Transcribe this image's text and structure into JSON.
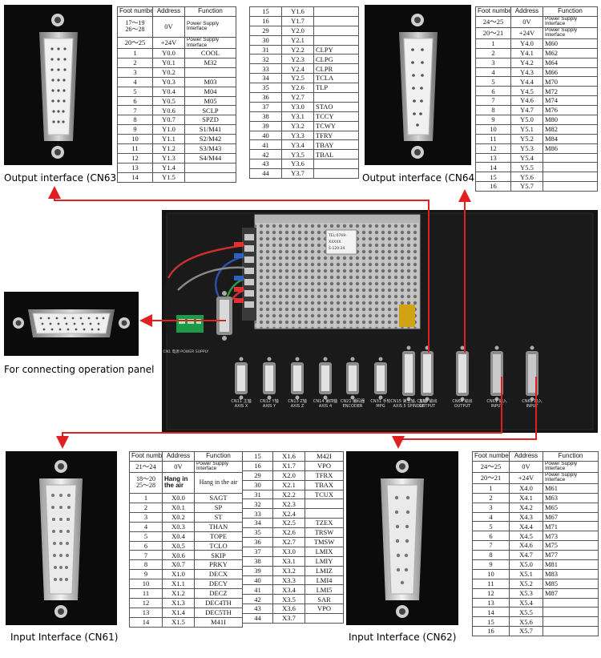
{
  "captions": {
    "cn63": "Output interface (CN63)",
    "cn64": "Output interface (CN64)",
    "panel": "For connecting operation panel",
    "cn61": "Input Interface (CN61)",
    "cn62": "Input Interface (CN62)"
  },
  "headers": {
    "foot": "Foot number",
    "address": "Address",
    "function": "Function"
  },
  "cn63_left": [
    [
      "17～19\n26～28",
      "0V",
      "Power Supply Interface"
    ],
    [
      "20～25",
      "+24V",
      "Power Supply Interface"
    ],
    [
      "1",
      "Y0.0",
      "COOL"
    ],
    [
      "2",
      "Y0.1",
      "M32"
    ],
    [
      "3",
      "Y0.2",
      ""
    ],
    [
      "4",
      "Y0.3",
      "M03"
    ],
    [
      "5",
      "Y0.4",
      "M04"
    ],
    [
      "6",
      "Y0.5",
      "M05"
    ],
    [
      "7",
      "Y0.6",
      "SCLP"
    ],
    [
      "8",
      "Y0.7",
      "SPZD"
    ],
    [
      "9",
      "Y1.0",
      "S1/M41"
    ],
    [
      "10",
      "Y1.1",
      "S2/M42"
    ],
    [
      "11",
      "Y1.2",
      "S3/M43"
    ],
    [
      "12",
      "Y1.3",
      "S4/M44"
    ],
    [
      "13",
      "Y1.4",
      ""
    ],
    [
      "14",
      "Y1.5",
      ""
    ]
  ],
  "cn63_right": [
    [
      "15",
      "Y1.6",
      ""
    ],
    [
      "16",
      "Y1.7",
      ""
    ],
    [
      "29",
      "Y2.0",
      ""
    ],
    [
      "30",
      "Y2.1",
      ""
    ],
    [
      "31",
      "Y2.2",
      "CLPY"
    ],
    [
      "32",
      "Y2.3",
      "CLPG"
    ],
    [
      "33",
      "Y2.4",
      "CLPR"
    ],
    [
      "34",
      "Y2.5",
      "TCLA"
    ],
    [
      "35",
      "Y2.6",
      "TLP"
    ],
    [
      "36",
      "Y2.7",
      ""
    ],
    [
      "37",
      "Y3.0",
      "STAO"
    ],
    [
      "38",
      "Y3.1",
      "TCCY"
    ],
    [
      "39",
      "Y3.2",
      "TCWY"
    ],
    [
      "40",
      "Y3.3",
      "TFRY"
    ],
    [
      "41",
      "Y3.4",
      "TBAY"
    ],
    [
      "42",
      "Y3.5",
      "TBAL"
    ],
    [
      "43",
      "Y3.6",
      ""
    ],
    [
      "44",
      "Y3.7",
      ""
    ]
  ],
  "cn64": [
    [
      "24～25",
      "0V",
      "Power Supply Interface"
    ],
    [
      "20～21",
      "+24V",
      "Power Supply Interface"
    ],
    [
      "1",
      "Y4.0",
      "M60"
    ],
    [
      "2",
      "Y4.1",
      "M62"
    ],
    [
      "3",
      "Y4.2",
      "M64"
    ],
    [
      "4",
      "Y4.3",
      "M66"
    ],
    [
      "5",
      "Y4.4",
      "M70"
    ],
    [
      "6",
      "Y4.5",
      "M72"
    ],
    [
      "7",
      "Y4.6",
      "M74"
    ],
    [
      "8",
      "Y4.7",
      "M76"
    ],
    [
      "9",
      "Y5.0",
      "M80"
    ],
    [
      "10",
      "Y5.1",
      "M82"
    ],
    [
      "11",
      "Y5.2",
      "M84"
    ],
    [
      "12",
      "Y5.3",
      "M86"
    ],
    [
      "13",
      "Y5.4",
      ""
    ],
    [
      "14",
      "Y5.5",
      ""
    ],
    [
      "15",
      "Y5.6",
      ""
    ],
    [
      "16",
      "Y5.7",
      ""
    ]
  ],
  "cn61_left": [
    [
      "21～24",
      "0V",
      "Power Supply Interface"
    ],
    [
      "18～20\n25～28",
      "Hang in the air",
      "Hang in the air"
    ],
    [
      "1",
      "X0.0",
      "SAGT"
    ],
    [
      "2",
      "X0.1",
      "SP"
    ],
    [
      "3",
      "X0.2",
      "ST"
    ],
    [
      "4",
      "X0.3",
      "THAN"
    ],
    [
      "5",
      "X0.4",
      "TOPE"
    ],
    [
      "6",
      "X0.5",
      "TCLO"
    ],
    [
      "7",
      "X0.6",
      "SKIP"
    ],
    [
      "8",
      "X0.7",
      "PRKY"
    ],
    [
      "9",
      "X1.0",
      "DECX"
    ],
    [
      "10",
      "X1.1",
      "DECY"
    ],
    [
      "11",
      "X1.2",
      "DECZ"
    ],
    [
      "12",
      "X1.3",
      "DEC4TH"
    ],
    [
      "13",
      "X1.4",
      "DEC5TH"
    ],
    [
      "14",
      "X1.5",
      "M41I"
    ]
  ],
  "cn61_right": [
    [
      "15",
      "X1.6",
      "M42I"
    ],
    [
      "16",
      "X1.7",
      "VPO"
    ],
    [
      "29",
      "X2.0",
      "TFRX"
    ],
    [
      "30",
      "X2.1",
      "TBAX"
    ],
    [
      "31",
      "X2.2",
      "TCUX"
    ],
    [
      "32",
      "X2.3",
      ""
    ],
    [
      "33",
      "X2.4",
      ""
    ],
    [
      "34",
      "X2.5",
      "TZEX"
    ],
    [
      "35",
      "X2.6",
      "TRSW"
    ],
    [
      "36",
      "X2.7",
      "TMSW"
    ],
    [
      "37",
      "X3.0",
      "LMIX"
    ],
    [
      "38",
      "X3.1",
      "LMIY"
    ],
    [
      "39",
      "X3.2",
      "LMIZ"
    ],
    [
      "40",
      "X3.3",
      "LMI4"
    ],
    [
      "41",
      "X3.4",
      "LMI5"
    ],
    [
      "42",
      "X3.5",
      "SAR"
    ],
    [
      "43",
      "X3.6",
      "VPO"
    ],
    [
      "44",
      "X3.7",
      ""
    ]
  ],
  "cn62": [
    [
      "24～25",
      "0V",
      "Power Supply Interface"
    ],
    [
      "20～21",
      "+24V",
      "Power Supply Interface"
    ],
    [
      "1",
      "X4.0",
      "M61"
    ],
    [
      "2",
      "X4.1",
      "M63"
    ],
    [
      "3",
      "X4.2",
      "M65"
    ],
    [
      "4",
      "X4.3",
      "M67"
    ],
    [
      "5",
      "X4.4",
      "M71"
    ],
    [
      "6",
      "X4.5",
      "M73"
    ],
    [
      "7",
      "X4.6",
      "M75"
    ],
    [
      "8",
      "X4.7",
      "M77"
    ],
    [
      "9",
      "X5.0",
      "M81"
    ],
    [
      "10",
      "X5.1",
      "M83"
    ],
    [
      "11",
      "X5.2",
      "M85"
    ],
    [
      "12",
      "X5.3",
      "M87"
    ],
    [
      "13",
      "X5.4",
      ""
    ],
    [
      "14",
      "X5.5",
      ""
    ],
    [
      "15",
      "X5.6",
      ""
    ],
    [
      "16",
      "X5.7",
      ""
    ]
  ],
  "device_labels": [
    "CN11 主轴 AXIS X",
    "CN12 Y轴 AXIS Y",
    "CN13 Z轴 AXIS Z",
    "CN14 第四轴 AXIS 4",
    "CN21 编码器 ENCODER",
    "CN31 手轮 MPG",
    "CN15 第五轴、主轴 AXIS 5 SPINDLE",
    "CN63 输出 OUTPUT",
    "CN64 输出 OUTPUT",
    "CN61 输入 INPUT",
    "CN62 输入 INPUT"
  ],
  "power_label": "CN1 电源 POWER SUPPLY",
  "psu_label_lines": [
    "TEL:0769-",
    "XXXXX",
    "S-120-24"
  ],
  "colors": {
    "arrow": "#e02020",
    "panel": "#111111",
    "psu": "#b9b9b9"
  }
}
